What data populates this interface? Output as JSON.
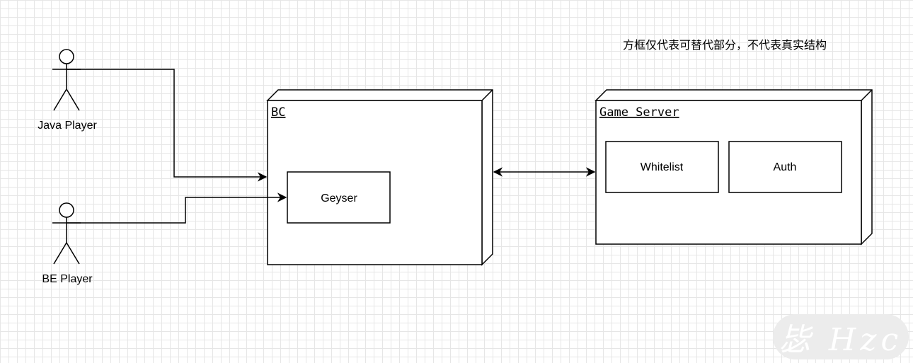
{
  "actors": {
    "java_player": "Java Player",
    "be_player": "BE Player"
  },
  "nodes": {
    "bc": {
      "title": "BC",
      "geyser": "Geyser"
    },
    "game_server": {
      "title": "Game Server",
      "whitelist": "Whitelist",
      "auth": "Auth"
    }
  },
  "note": "方框仅代表可替代部分，不代表真实结构",
  "watermark": "毖 Hzc",
  "colors": {
    "stroke": "#000000",
    "grid": "#e6e6e6",
    "background": "#ffffff",
    "watermark_bg": "#ececec"
  }
}
